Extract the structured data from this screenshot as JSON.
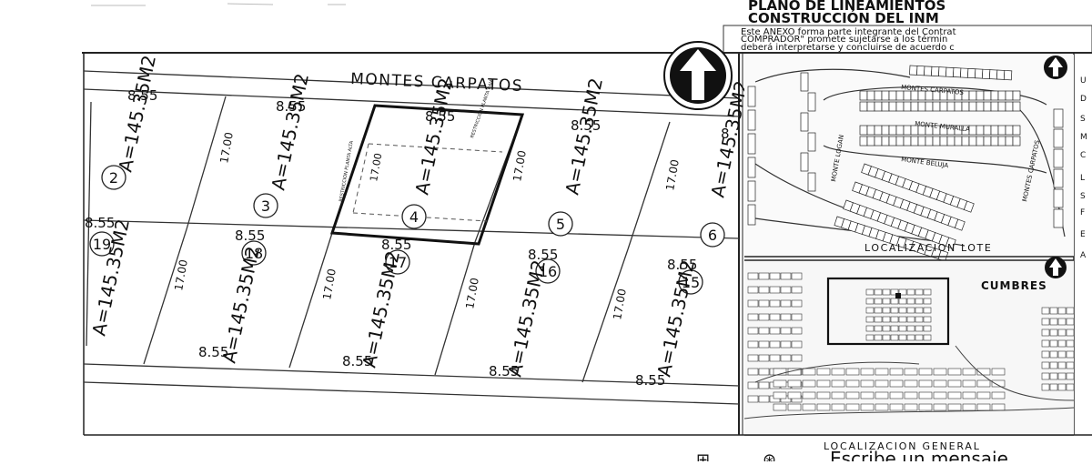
{
  "header": {
    "title_line1": "PLANO DE LINEAMIENTOS",
    "title_line2": "CONSTRUCCIÓN DEL INM",
    "annex_line1": "Este ANEXO forma parte integrante del Contrat",
    "annex_line2": "COMPRADOR\" promete sujetarse a los términ",
    "annex_line3": "deberá interpretarse y concluirse de acuerdo c"
  },
  "main_plan": {
    "street": "MONTES CARPATOS",
    "north_icon": "north-arrow-icon",
    "lots_top": [
      {
        "num": "2",
        "area": "A=145.35M2",
        "front": "8.55",
        "depth": ""
      },
      {
        "num": "3",
        "area": "A=145.35M2",
        "front": "8.55",
        "depth": "17.00"
      },
      {
        "num": "4",
        "area": "A=145.35M2",
        "front": "8.55",
        "depth": "17.00"
      },
      {
        "num": "5",
        "area": "A=145.35M2",
        "front": "8.55",
        "depth": "17.00"
      },
      {
        "num": "6",
        "area": "A=145.35M2",
        "front": "8",
        "depth": ""
      }
    ],
    "lots_bottom": [
      {
        "num": "19",
        "area": "A=145.35M2",
        "front": "8.55",
        "depth": "17.00"
      },
      {
        "num": "18",
        "area": "A=145.35M2",
        "front": "8.55",
        "depth": "17.00"
      },
      {
        "num": "17",
        "area": "A=145.35M2",
        "front": "8.55",
        "depth": "17.00"
      },
      {
        "num": "16",
        "area": "A=145.35M2",
        "front": "8.55",
        "depth": "17.00"
      },
      {
        "num": "15",
        "area": "A=145.35M2",
        "front": "8.55",
        "depth": ""
      }
    ],
    "bottom_dims": [
      "8.55",
      "8.55",
      "8.55",
      "8.55"
    ],
    "setback_front": "RESTRICCION PLANTA BAJA",
    "setback_side": "RESTRICCION PLANTA ALTA",
    "setback_length": "17.00"
  },
  "loc_lote": {
    "caption": "LOCALIZACION LOTE",
    "streets": [
      "MONTES CARPATOS",
      "MONTE MURALLA",
      "MONTE BELUJA",
      "MONTE LOGAN",
      "MONTES CARPATOS"
    ]
  },
  "loc_general": {
    "caption": "LOCALIZACION GENERAL",
    "brand": "CUMBRES"
  },
  "side_letters": [
    "U",
    "D",
    "S",
    "M",
    "C",
    "L",
    "S",
    "F",
    "E",
    "A"
  ],
  "footer": {
    "partial_text": "Escribe un mensaje"
  }
}
